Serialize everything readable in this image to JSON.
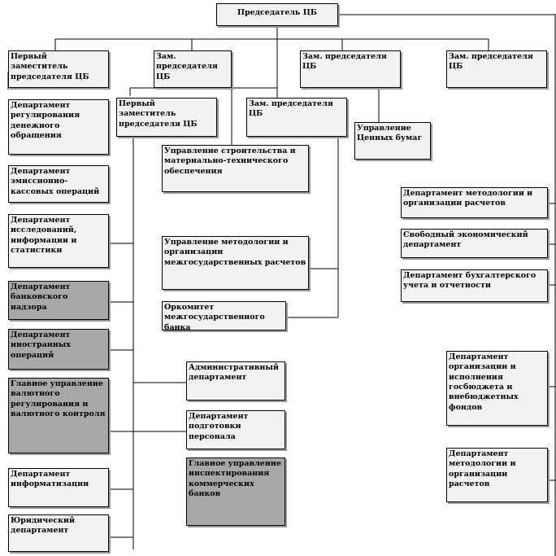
{
  "diagram": {
    "chairman": "Председатель ЦБ",
    "first_deputy_1": "Первый заместитель\nпредседателя ЦБ",
    "deputy_1": "Зам. председателя\nЦБ",
    "deputy_2": "Зам. председателя\nЦБ",
    "deputy_3": "Зам. председателя\nЦБ",
    "first_deputy_2": "Первый заместитель\nпредседателя ЦБ",
    "deputy_4": "Зам. председателя\nЦБ",
    "dept_money_circulation": "Департамент\nрегулирования\nденежного\nобращения",
    "dept_emission_cash": "Департамент\nэмиссионно-\nкассовых операций",
    "dept_research": "Департамент\nисследований,\nинформации и\nстатистики",
    "dept_banking_supervision": "Департамент\nбанковского надзора",
    "dept_foreign_operations": "Департамент\nиностранных\nопераций",
    "gu_currency_regulation": "Главное управление\nвалютного\nрегулирования и\nвалютного контроля",
    "dept_informatization": "Департамент\nинформатизации",
    "dept_legal": "Юридический\nдепартамент",
    "upr_construction": "Управление строительства и\nматериально-технического\nобеспечения",
    "upr_interstate_methodology": "Управление методологии и\nорганизации\nмежгосударственных расчетов",
    "orgcommittee": "Оркомитет\nмежгосударственного банка",
    "dept_administrative": "Административный\nдепартамент",
    "dept_personnel": "Департамент\nподготовки\nперсонала",
    "gu_inspection": "Главное управление\nинспектирования\nкоммерческих\nбанков",
    "upr_securities": "Управление\nЦенных бумаг",
    "dept_methodology_payments": "Департамент методологии и\nорганизации расчетов",
    "free_economic_dept": "Свободный экономический\nдепартамент",
    "dept_accounting": "Департамент бухгалтерского\nучета и отчетности",
    "dept_budget": "Департамент\nорганизации и\nисполнения\nгосбюджета и\nвнебюджетных\nфондов",
    "dept_methodology_payments_2": "Департамент\nметодологии и\nорганизации\nрасчетов"
  },
  "colors": {
    "box_fill": "#f2f2f2",
    "box_fill_dark": "#a8a8a8",
    "line": "#000000"
  }
}
